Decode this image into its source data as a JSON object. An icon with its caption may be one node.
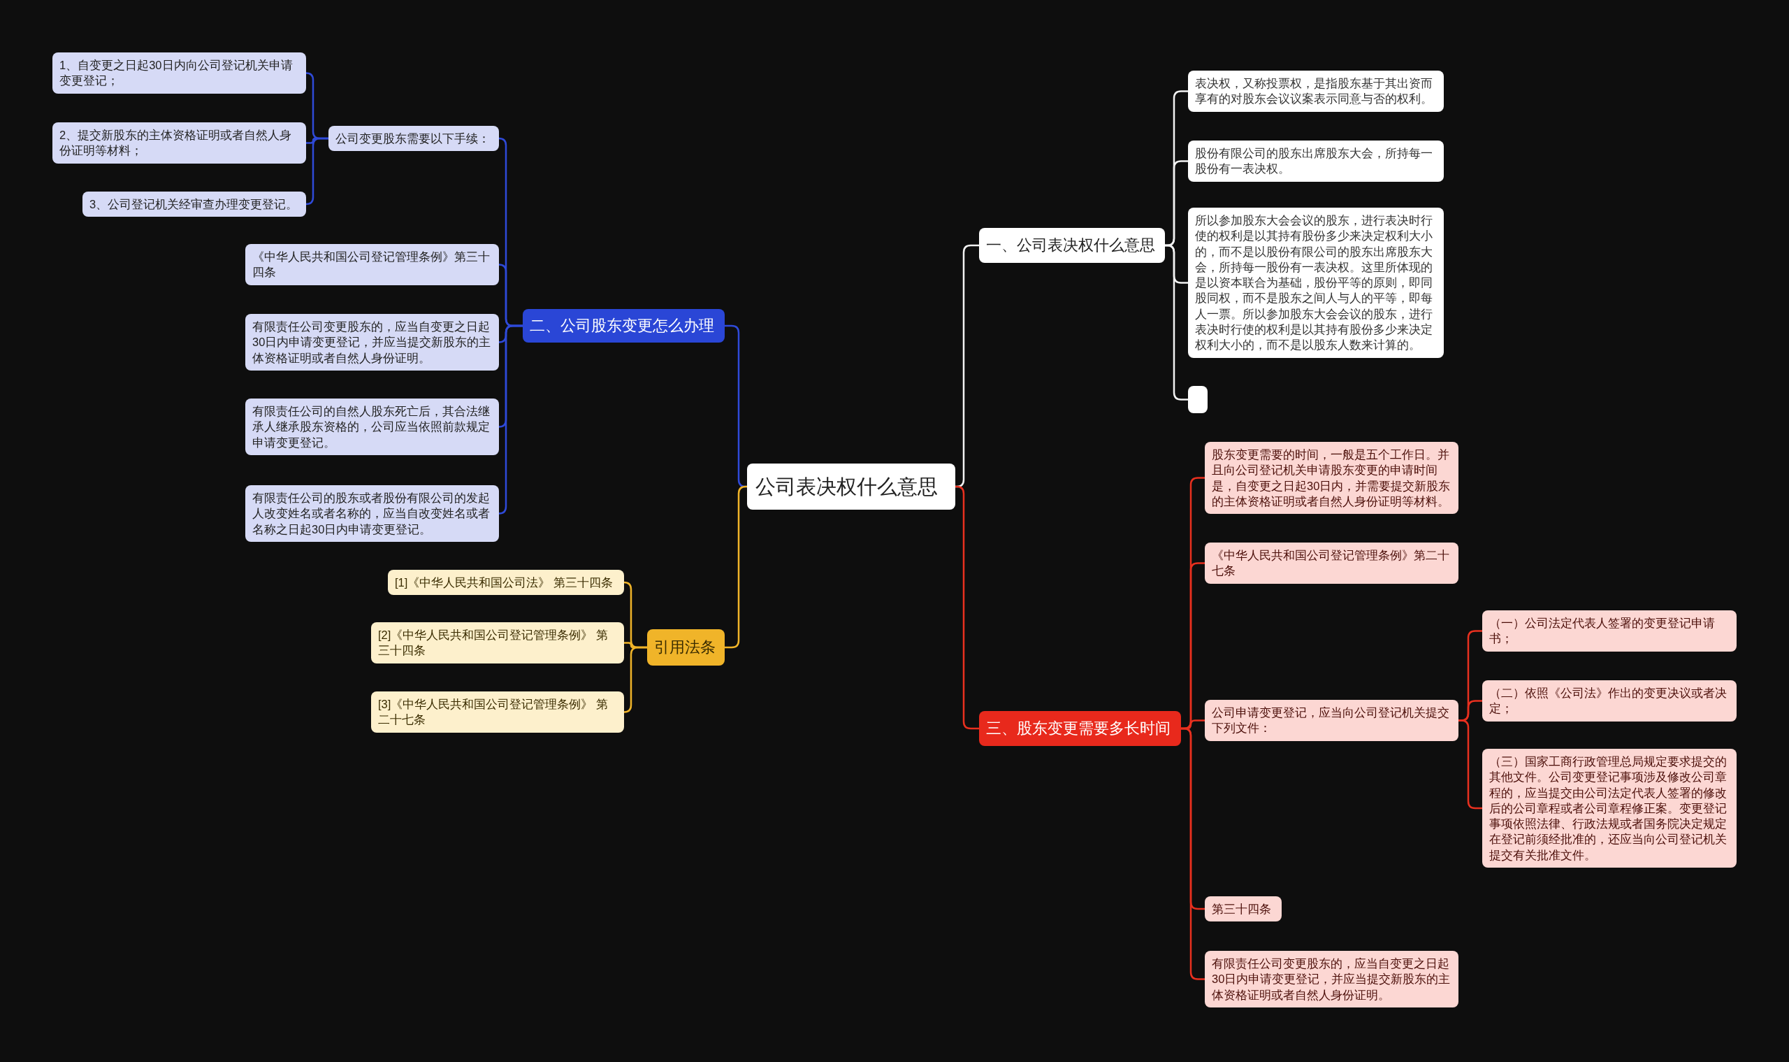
{
  "diagram": {
    "nodes": [
      {
        "text": [
          "公司表决权什么意思"
        ]
      },
      {
        "text": [
          "一、公司表决权什么意思"
        ]
      },
      {
        "text": [
          "表决权，又称投票权，是指股东基于其出资而享有的对股东会议议案表示同意与否的权利。"
        ]
      },
      {
        "text": [
          "股份有限公司的股东出席股东大会，所持每一股份有一表决权。"
        ]
      },
      {
        "text": [
          "所以参加股东大会会议的股东，进行表决时行使的权利是以其持有股份多少来决定权利大小的，而不是以股份有限公司的股东出席股东大会，所持每一股份有一表决权。这里所体现的是以资本联合为基础，股份平等的原则，即同股同权，而不是股东之间人与人的平等，即每人一票。所以参加股东大会会议的股东，进行表决时行使的权利是以其持有股份多少来决定权利大小的，而不是以股东人数来计算的。"
        ]
      },
      {
        "text": [],
        "shape": "box"
      },
      {
        "text": [
          "二、公司股东变更怎么办理"
        ]
      },
      {
        "text": [
          "公司变更股东需要以下手续："
        ]
      },
      {
        "text": [
          "1、自变更之日起30日内向公司登记机关申请变更登记；"
        ]
      },
      {
        "text": [
          "2、提交新股东的主体资格证明或者自然人身份证明等材料；"
        ]
      },
      {
        "text": [
          "3、公司登记机关经审查办理变更登记。"
        ]
      },
      {
        "text": [
          "《中华人民共和国公司登记管理条例》第三十四条"
        ]
      },
      {
        "text": [
          "有限责任公司变更股东的，应当自变更之日起30日内申请变更登记，并应当提交新股东的主体资格证明或者自然人身份证明。"
        ]
      },
      {
        "text": [
          "有限责任公司的自然人股东死亡后，其合法继承人继承股东资格的，公司应当依照前款规定申请变更登记。"
        ]
      },
      {
        "text": [
          "有限责任公司的股东或者股份有限公司的发起人改变姓名或者名称的，应当自改变姓名或者名称之日起30日内申请变更登记。"
        ]
      },
      {
        "text": [
          "引用法条"
        ]
      },
      {
        "text": [
          "[1]《中华人民共和国公司法》 第三十四条"
        ]
      },
      {
        "text": [
          "[2]《中华人民共和国公司登记管理条例》 第三十四条"
        ]
      },
      {
        "text": [
          "[3]《中华人民共和国公司登记管理条例》 第二十七条"
        ]
      },
      {
        "text": [
          "三、股东变更需要多长时间"
        ]
      },
      {
        "text": [
          "股东变更需要的时间，一般是五个工作日。并且向公司登记机关申请股东变更的申请时间是，自变更之日起30日内，并需要提交新股东的主体资格证明或者自然人身份证明等材料。"
        ]
      },
      {
        "text": [
          "《中华人民共和国公司登记管理条例》第二十七条"
        ]
      },
      {
        "text": [
          "公司申请变更登记，应当向公司登记机关提交下列文件："
        ]
      },
      {
        "text": [
          "（一）公司法定代表人签署的变更登记申请书；"
        ]
      },
      {
        "text": [
          "（二）依照《公司法》作出的变更决议或者决定；"
        ]
      },
      {
        "text": [
          "（三）国家工商行政管理总局规定要求提交的其他文件。公司变更登记事项涉及修改公司章程的，应当提交由公司法定代表人签署的修改后的公司章程或者公司章程修正案。变更登记事项依照法律、行政法规或者国务院决定规定在登记前须经批准的，还应当向公司登记机关提交有关批准文件。"
        ]
      },
      {
        "text": [
          "第三十四条"
        ]
      },
      {
        "text": [
          "有限责任公司变更股东的，应当自变更之日起30日内申请变更登记，并应当提交新股东的主体资格证明或者自然人身份证明。"
        ]
      }
    ],
    "edges": [
      {
        "from": 0,
        "to": 1,
        "arrow": "none",
        "color": "#f2f2f2"
      },
      {
        "from": 1,
        "to": 2,
        "arrow": "none",
        "color": "#f2f2f2"
      },
      {
        "from": 1,
        "to": 3,
        "arrow": "none",
        "color": "#f2f2f2"
      },
      {
        "from": 1,
        "to": 4,
        "arrow": "none",
        "color": "#f2f2f2"
      },
      {
        "from": 1,
        "to": 5,
        "arrow": "none",
        "color": "#f2f2f2"
      },
      {
        "from": 0,
        "to": 6,
        "arrow": "none",
        "color": "#2f4ad8"
      },
      {
        "from": 6,
        "to": 7,
        "arrow": "none",
        "color": "#2f4ad8"
      },
      {
        "from": 7,
        "to": 8,
        "arrow": "none",
        "color": "#2f4ad8"
      },
      {
        "from": 7,
        "to": 9,
        "arrow": "none",
        "color": "#2f4ad8"
      },
      {
        "from": 7,
        "to": 10,
        "arrow": "none",
        "color": "#2f4ad8"
      },
      {
        "from": 6,
        "to": 11,
        "arrow": "none",
        "color": "#2f4ad8"
      },
      {
        "from": 6,
        "to": 12,
        "arrow": "none",
        "color": "#2f4ad8"
      },
      {
        "from": 6,
        "to": 13,
        "arrow": "none",
        "color": "#2f4ad8"
      },
      {
        "from": 6,
        "to": 14,
        "arrow": "none",
        "color": "#2f4ad8"
      },
      {
        "from": 0,
        "to": 15,
        "arrow": "none",
        "color": "#f0b429"
      },
      {
        "from": 15,
        "to": 16,
        "arrow": "none",
        "color": "#f0b429"
      },
      {
        "from": 15,
        "to": 17,
        "arrow": "none",
        "color": "#f0b429"
      },
      {
        "from": 15,
        "to": 18,
        "arrow": "none",
        "color": "#f0b429"
      },
      {
        "from": 0,
        "to": 19,
        "arrow": "none",
        "color": "#e8301f"
      },
      {
        "from": 19,
        "to": 20,
        "arrow": "none",
        "color": "#e8301f"
      },
      {
        "from": 19,
        "to": 21,
        "arrow": "none",
        "color": "#e8301f"
      },
      {
        "from": 19,
        "to": 22,
        "arrow": "none",
        "color": "#e8301f"
      },
      {
        "from": 22,
        "to": 23,
        "arrow": "none",
        "color": "#e8301f"
      },
      {
        "from": 22,
        "to": 24,
        "arrow": "none",
        "color": "#e8301f"
      },
      {
        "from": 22,
        "to": 25,
        "arrow": "none",
        "color": "#e8301f"
      },
      {
        "from": 19,
        "to": 26,
        "arrow": "none",
        "color": "#e8301f"
      },
      {
        "from": 19,
        "to": 27,
        "arrow": "none",
        "color": "#e8301f"
      }
    ]
  }
}
